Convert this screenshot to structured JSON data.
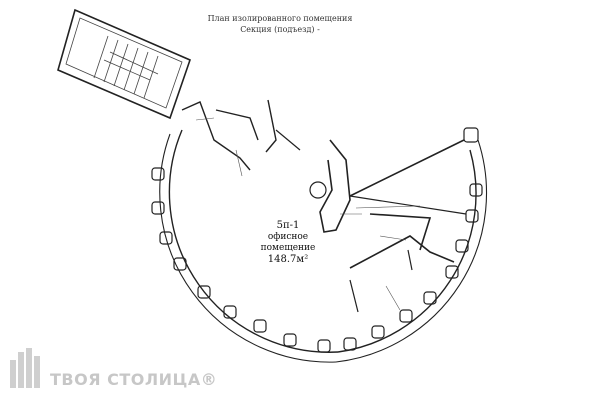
{
  "header": {
    "title_line1": "План изолированного помещения",
    "title_line2": "Секция (подъезд) -"
  },
  "main_room": {
    "number": "5п-1",
    "name_line1": "офисное",
    "name_line2": "помещение",
    "area": "148.7м²"
  },
  "watermark": {
    "text": "ТВОЯ СТОЛИЦА®"
  },
  "icons": {
    "logo": "building-logo-icon"
  }
}
